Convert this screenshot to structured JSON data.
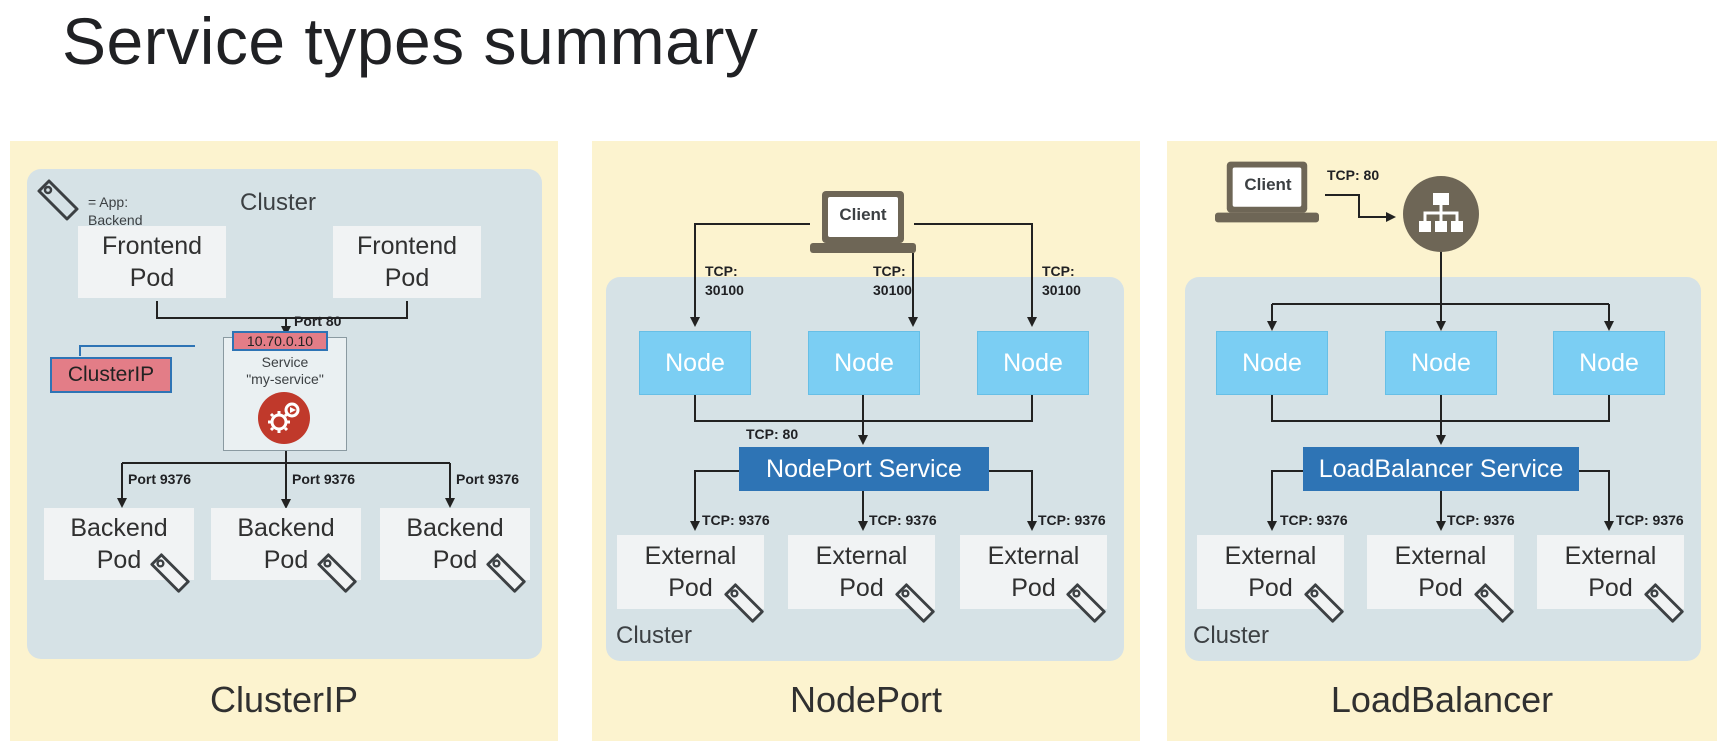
{
  "slide": {
    "title": "Service types summary"
  },
  "clusterip": {
    "panel_label": "ClusterIP",
    "cluster_label": "Cluster",
    "legend_text_1": "= App:",
    "legend_text_2": "Backend",
    "frontend_line1": "Frontend",
    "frontend_line2": "Pod",
    "port_80": "Port 80",
    "ip": "10.70.0.10",
    "clusterip_label": "ClusterIP",
    "service_line1": "Service",
    "service_line2": "\"my-service\"",
    "backend_line1": "Backend",
    "backend_line2": "Pod",
    "port_9376": "Port 9376"
  },
  "nodeport": {
    "panel_label": "NodePort",
    "cluster_label": "Cluster",
    "client_label": "Client",
    "tcp_node_line1": "TCP:",
    "tcp_node_line2": "30100",
    "node_label": "Node",
    "tcp_80": "TCP: 80",
    "service_label": "NodePort Service",
    "tcp_9376": "TCP: 9376",
    "external_line1": "External",
    "external_line2": "Pod"
  },
  "loadbalancer": {
    "panel_label": "LoadBalancer",
    "cluster_label": "Cluster",
    "client_label": "Client",
    "tcp_80": "TCP: 80",
    "node_label": "Node",
    "service_label": "LoadBalancer Service",
    "tcp_9376": "TCP: 9376",
    "external_line1": "External",
    "external_line2": "Pod"
  },
  "colors": {
    "panel_bg": "#fcf3cf",
    "cluster_bg": "#d6e2e6",
    "node": "#7bcef3",
    "service": "#2e74b5",
    "clusterip_box": "#e37d87",
    "pod_bg": "#f1f3f4",
    "client_icon": "#6e6656",
    "service_icon": "#c0392b"
  },
  "icons": {
    "tag": "tag-icon",
    "laptop": "laptop-icon",
    "load_balancer": "load-balancer-icon",
    "service_gear": "service-gear-icon"
  }
}
